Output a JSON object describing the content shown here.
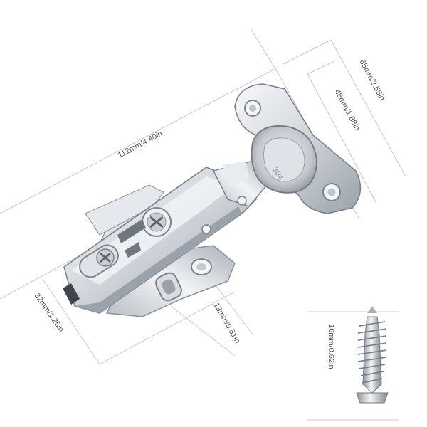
{
  "dimensions": {
    "overall_length": "112mm/4.40in",
    "plate_outer_width": "65mm/2.55in",
    "plate_inner_width": "48mm/1.88in",
    "base_width": "32mm/1.25in",
    "base_depth": "13mm/0.51in",
    "screw_length": "16mm/0.62in"
  },
  "hinge": {
    "cup_marking": "304"
  },
  "colors": {
    "guide_line": "#c9c9c9",
    "label_text": "#555555",
    "steel_light": "#eef0f3",
    "steel_mid": "#c4c9d0",
    "steel_dark": "#7d848d"
  }
}
